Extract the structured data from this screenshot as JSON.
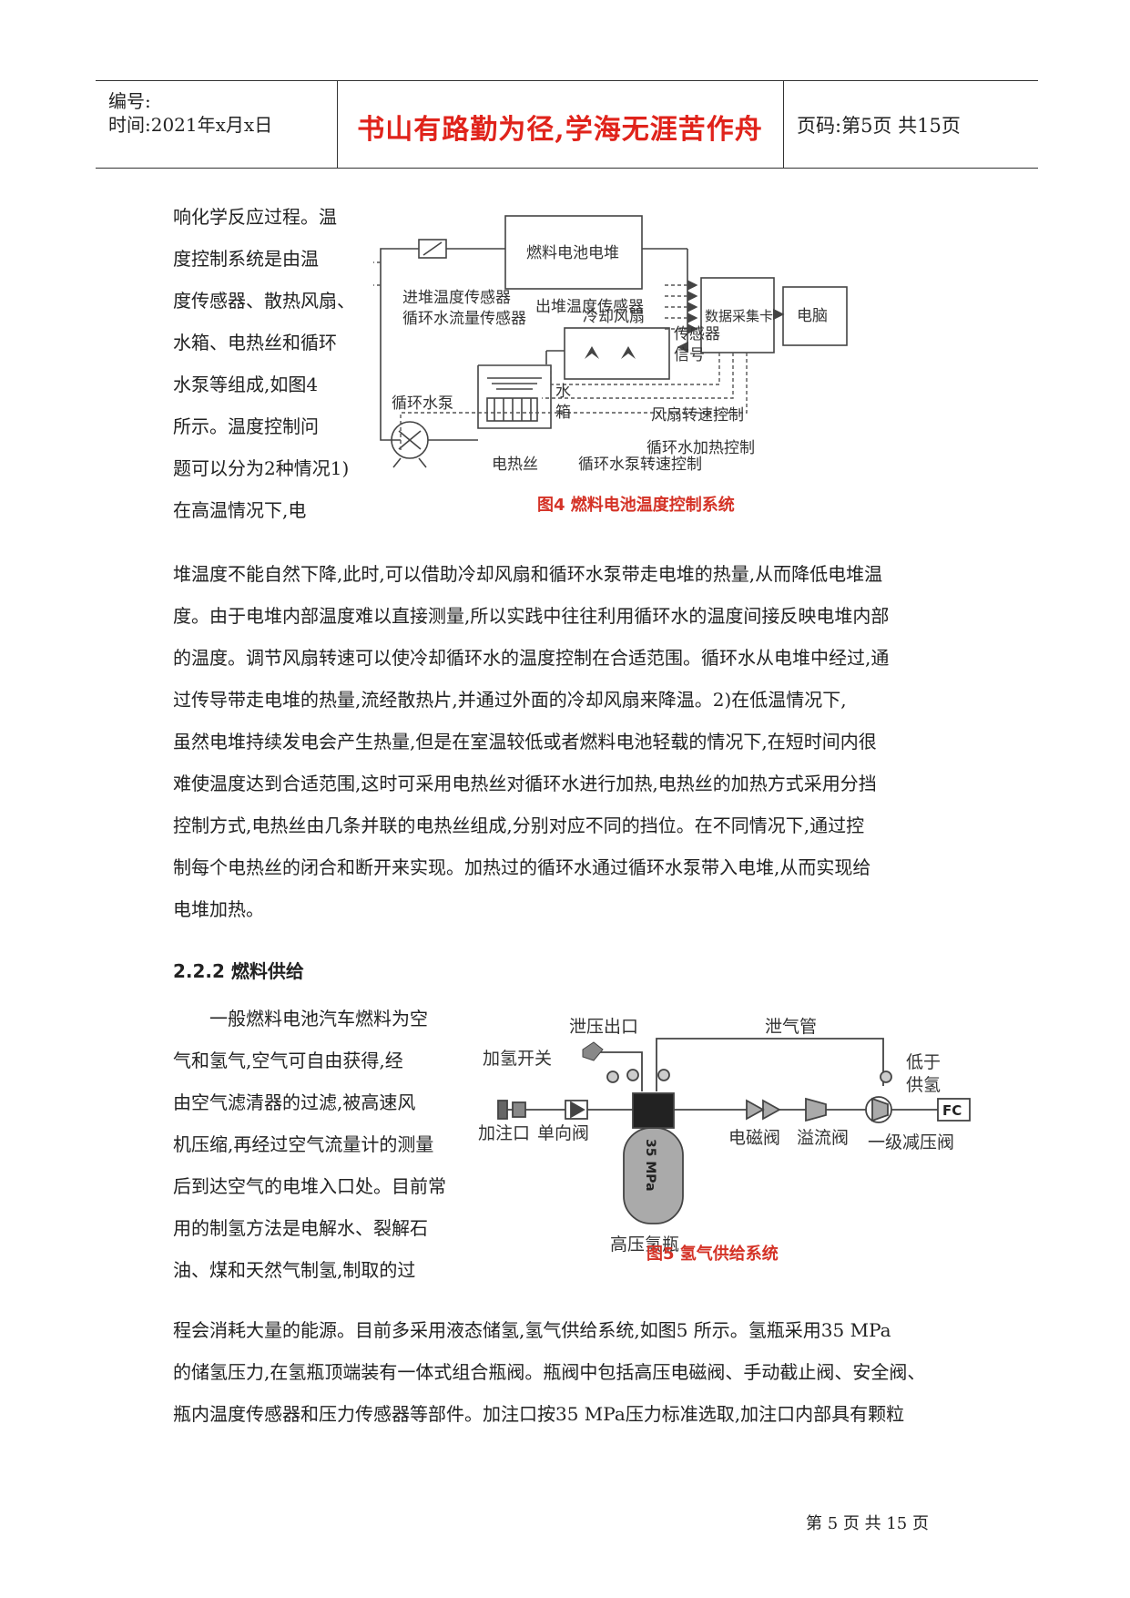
{
  "header": {
    "number_label": "编号:",
    "time_label": "时间:2021年x月x日",
    "motto": "书山有路勤为径,学海无涯苦作舟",
    "page_label": "页码:第5页 共15页"
  },
  "body": {
    "p1_left_lines": [
      "响化学反应过程。温",
      "度控制系统是由温",
      "度传感器、散热风扇、",
      "水箱、电热丝和循环",
      "水泵等组成,如图4",
      "所示。温度控制问",
      "题可以分为2种情况1)",
      "在高温情况下,电"
    ],
    "p1_full_lines": [
      "堆温度不能自然下降,此时,可以借助冷却风扇和循环水泵带走电堆的热量,从而降低电堆温",
      "度。由于电堆内部温度难以直接测量,所以实践中往往利用循环水的温度间接反映电堆内部",
      "的温度。调节风扇转速可以使冷却循环水的温度控制在合适范围。循环水从电堆中经过,通",
      "过传导带走电堆的热量,流经散热片,并通过外面的冷却风扇来降温。2)在低温情况下,",
      "虽然电堆持续发电会产生热量,但是在室温较低或者燃料电池轻载的情况下,在短时间内很",
      "难使温度达到合适范围,这时可采用电热丝对循环水进行加热,电热丝的加热方式采用分挡",
      "控制方式,电热丝由几条并联的电热丝组成,分别对应不同的挡位。在不同情况下,通过控",
      "制每个电热丝的闭合和断开来实现。加热过的循环水通过循环水泵带入电堆,从而实现给",
      "电堆加热。"
    ],
    "section_heading": "2.2.2 燃料供给",
    "p2_left_lines": [
      "一般燃料电池汽车燃料为空",
      "气和氢气,空气可自由获得,经",
      "由空气滤清器的过滤,被高速风",
      "机压缩,再经过空气流量计的测量",
      "后到达空气的电堆入口处。目前常",
      "用的制氢方法是电解水、裂解石",
      "油、煤和天然气制氢,制取的过"
    ],
    "p2_full_lines": [
      "程会消耗大量的能源。目前多采用液态储氢,氢气供给系统,如图5 所示。氢瓶采用35 MPa",
      "的储氢压力,在氢瓶顶端装有一体式组合瓶阀。瓶阀中包括高压电磁阀、手动截止阀、安全阀、",
      "瓶内温度传感器和压力传感器等部件。加注口按35 MPa压力标准选取,加注口内部具有颗粒"
    ]
  },
  "fig4": {
    "stack": "燃料电池电堆",
    "inlet_sensor": "进堆温度传感器",
    "flow_sensor": "循环水流量传感器",
    "outlet_sensor": "出堆温度传感器",
    "cooling_fan": "冷却风扇",
    "sensor_signal_1": "传感器",
    "sensor_signal_2": "信号",
    "daq": "数据采集卡",
    "computer": "电脑",
    "pump": "循环水泵",
    "tank_1": "水",
    "tank_2": "箱",
    "fan_ctrl": "风扇转速控制",
    "heat_ctrl": "循环水加热控制",
    "pump_ctrl": "循环水泵转速控制",
    "heater": "电热丝",
    "caption": "图4 燃料电池温度控制系统"
  },
  "fig5": {
    "vent_outlet": "泄压出口",
    "vent_pipe": "泄气管",
    "h2_switch": "加氢开关",
    "low_supply_1": "低于",
    "low_supply_2": "供氢",
    "fc": "FC",
    "inlet": "加注口",
    "check_valve": "单向阀",
    "tank_label": "35 MPa",
    "solenoid": "电磁阀",
    "overflow": "溢流阀",
    "reducer": "一级减压阀",
    "tank": "高压氢瓶",
    "caption": "图5 氢气供给系统"
  },
  "footer": {
    "page": "第 5 页 共 15 页"
  }
}
